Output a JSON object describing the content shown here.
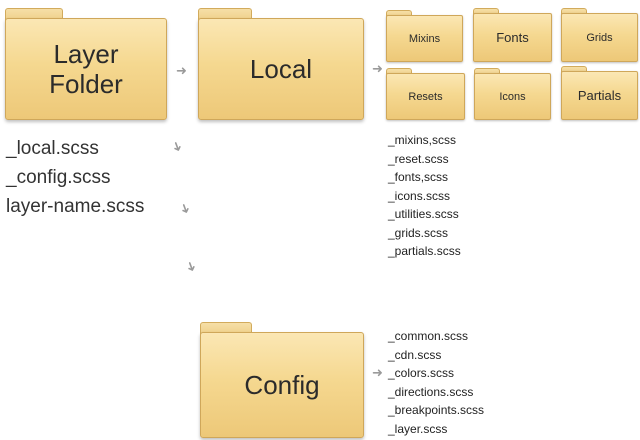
{
  "folders": {
    "layer_folder": {
      "label_line1": "Layer",
      "label_line2": "Folder"
    },
    "local": {
      "label": "Local"
    },
    "config": {
      "label": "Config"
    },
    "mixins": {
      "label": "Mixins"
    },
    "fonts": {
      "label": "Fonts"
    },
    "grids": {
      "label": "Grids"
    },
    "resets": {
      "label": "Resets"
    },
    "icons": {
      "label": "Icons"
    },
    "partials": {
      "label": "Partials"
    }
  },
  "layer_files": [
    "_local.scss",
    "_config.scss",
    "layer-name.scss"
  ],
  "local_files": [
    "_mixins,scss",
    "_reset.scss",
    "_fonts,scss",
    "_icons.scss",
    "_utilities.scss",
    "_grids.scss",
    "_partials.scss"
  ],
  "config_files": [
    "_common.scss",
    "_cdn.scss",
    "_colors.scss",
    "_directions.scss",
    "_breakpoints.scss",
    "_layer.scss"
  ],
  "colors": {
    "folder_fill": "#f5d890",
    "folder_border": "#cfa75a",
    "arrow": "#9a9a9a"
  },
  "icons": {
    "arrow_right": "arrow-right-icon",
    "arrow_down": "arrow-down-icon"
  }
}
